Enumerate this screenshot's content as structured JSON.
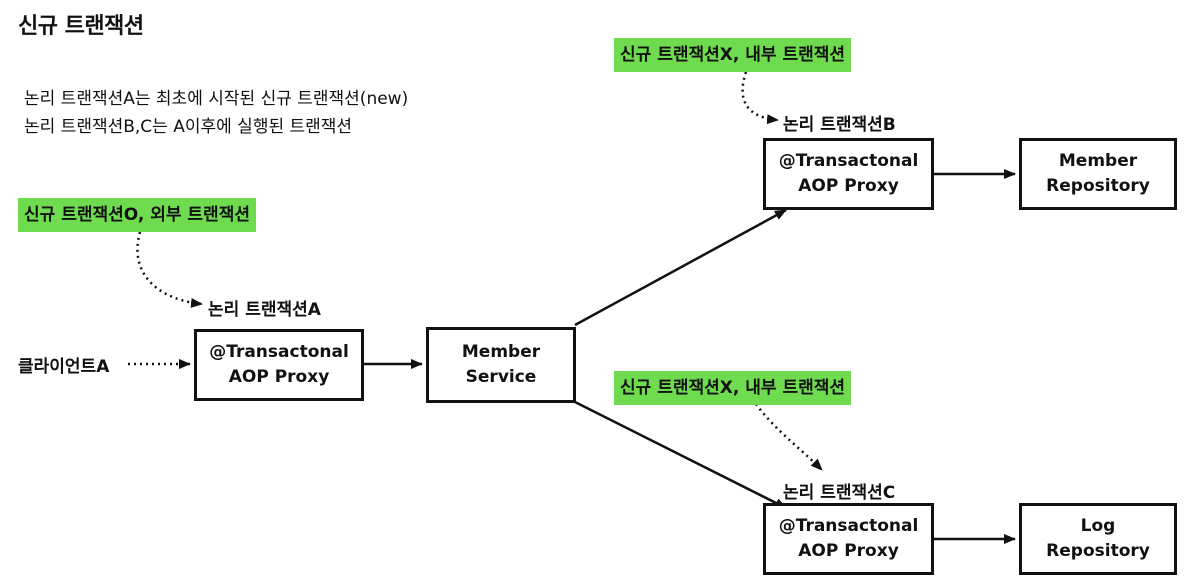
{
  "title": "신규 트랜잭션",
  "description": [
    "논리 트랜잭션A는 최초에 시작된 신규 트랜잭션(new)",
    "논리 트랜잭션B,C는 A이후에 실행된 트랜잭션"
  ],
  "tags": {
    "outer": "신규 트랜잭션O, 외부 트랜잭션",
    "inner_b": "신규 트랜잭션X, 내부 트랜잭션",
    "inner_c": "신규 트랜잭션X, 내부 트랜잭션"
  },
  "labels": {
    "logical_a": "논리 트랜잭션A",
    "logical_b": "논리 트랜잭션B",
    "logical_c": "논리 트랜잭션C",
    "client": "클라이언트A"
  },
  "boxes": {
    "proxy_a": {
      "line1": "@Transactonal",
      "line2": "AOP Proxy"
    },
    "member_service": {
      "line1": "Member",
      "line2": "Service"
    },
    "proxy_b": {
      "line1": "@Transactonal",
      "line2": "AOP Proxy"
    },
    "member_repository": {
      "line1": "Member",
      "line2": "Repository"
    },
    "proxy_c": {
      "line1": "@Transactonal",
      "line2": "AOP Proxy"
    },
    "log_repository": {
      "line1": "Log",
      "line2": "Repository"
    }
  },
  "colors": {
    "tag_green": "#6fdc4f",
    "ink": "#111111",
    "background": "#ffffff"
  }
}
